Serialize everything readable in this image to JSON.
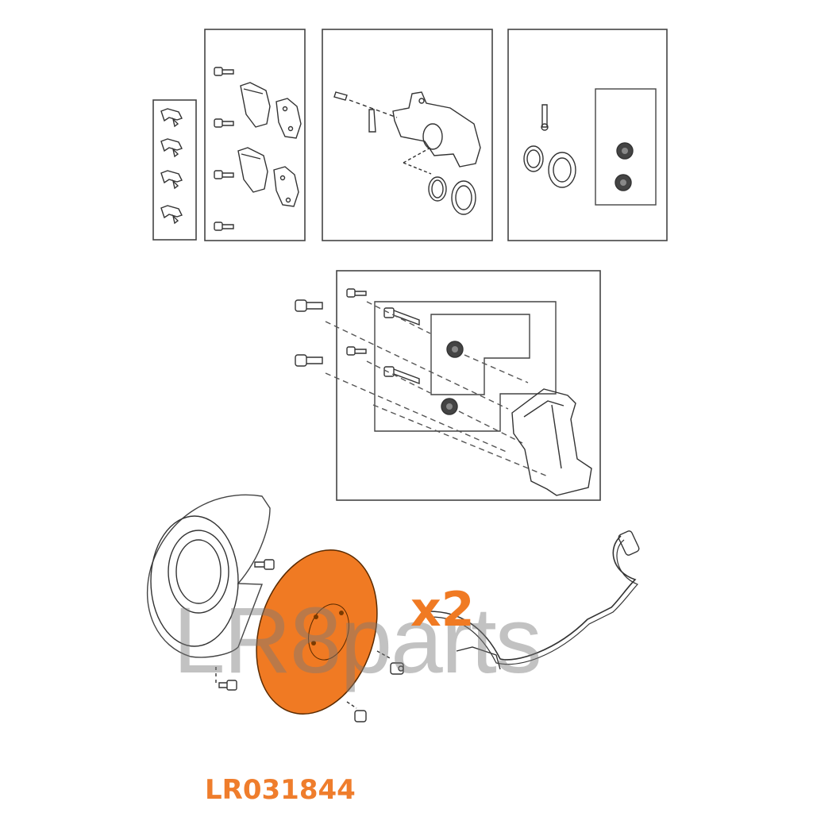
{
  "diagram": {
    "type": "exploded-parts-diagram",
    "subject": "rear brake assembly",
    "highlight_color": "#f07a23",
    "line_color": "#333333",
    "panels": [
      {
        "id": "pad-clips",
        "contents": [
          "anti-rattle clip",
          "anti-rattle clip",
          "anti-rattle clip",
          "anti-rattle clip"
        ]
      },
      {
        "id": "brake-pads",
        "contents": [
          "bolt",
          "bolt",
          "bolt",
          "bolt",
          "brake pad",
          "brake pad",
          "brake pad",
          "brake pad"
        ]
      },
      {
        "id": "caliper",
        "contents": [
          "bleed screw",
          "guide pin",
          "caliper housing",
          "piston seal",
          "dust boot"
        ]
      },
      {
        "id": "caliper-seal-kit",
        "contents": [
          "guide pin",
          "seal",
          "dust boot",
          "bushing",
          "bushing"
        ]
      },
      {
        "id": "caliper-carrier",
        "contents": [
          "carrier bolt",
          "carrier bolt",
          "guide bolt",
          "guide bolt",
          "slide pin",
          "slide pin",
          "bushing",
          "bushing",
          "caliper carrier"
        ]
      }
    ],
    "lower_parts": [
      "dust shield",
      "shield bolt",
      "shield bolt",
      "brake disc",
      "disc retaining screw",
      "wheel speed sensor"
    ]
  },
  "labels": {
    "quantity": "x2",
    "part_number": "LR031844",
    "watermark": "LR8parts"
  }
}
